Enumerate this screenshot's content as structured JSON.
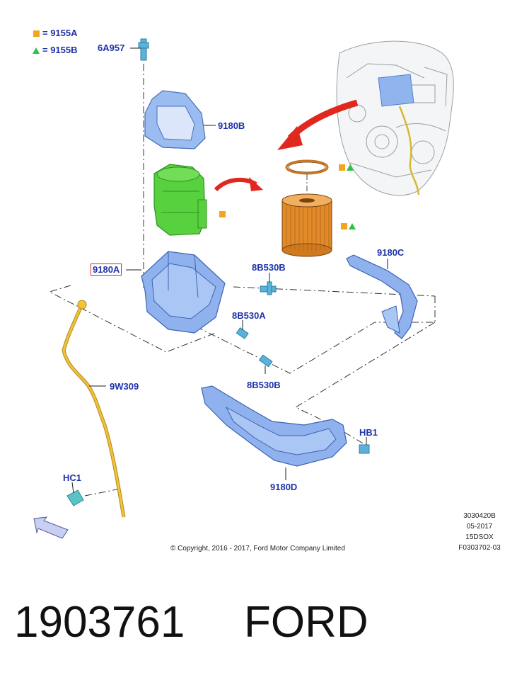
{
  "legend": [
    {
      "symbol": "square",
      "color": "#f3a51b",
      "text": "= 9155A"
    },
    {
      "symbol": "triangle",
      "color": "#2ec243",
      "text": "= 9155B"
    }
  ],
  "parts": {
    "p_6a957": "6A957",
    "p_9180b": "9180B",
    "p_9180a": "9180A",
    "p_8b530b_top": "8B530B",
    "p_9180c": "9180C",
    "p_8b530a": "8B530A",
    "p_8b530b_bottom": "8B530B",
    "p_9w309": "9W309",
    "p_hb1": "HB1",
    "p_hc1": "HC1",
    "p_9180d": "9180D"
  },
  "meta": {
    "code1": "3030420B",
    "date": "05-2017",
    "model": "15DSOX",
    "figure": "F0303702-03",
    "copyright": "© Copyright, 2016 - 2017, Ford Motor Company Limited"
  },
  "caption": {
    "number": "1903761",
    "brand": "FORD"
  },
  "colors": {
    "label_blue": "#1f33a8",
    "part_blue": "#6d9be8",
    "filter_green": "#4fcf3a",
    "dipstick_yellow": "#f2c23a",
    "filter_orange": "#e08a2a",
    "arrow_red": "#e0281e",
    "highlight_red": "#d42a2a"
  }
}
